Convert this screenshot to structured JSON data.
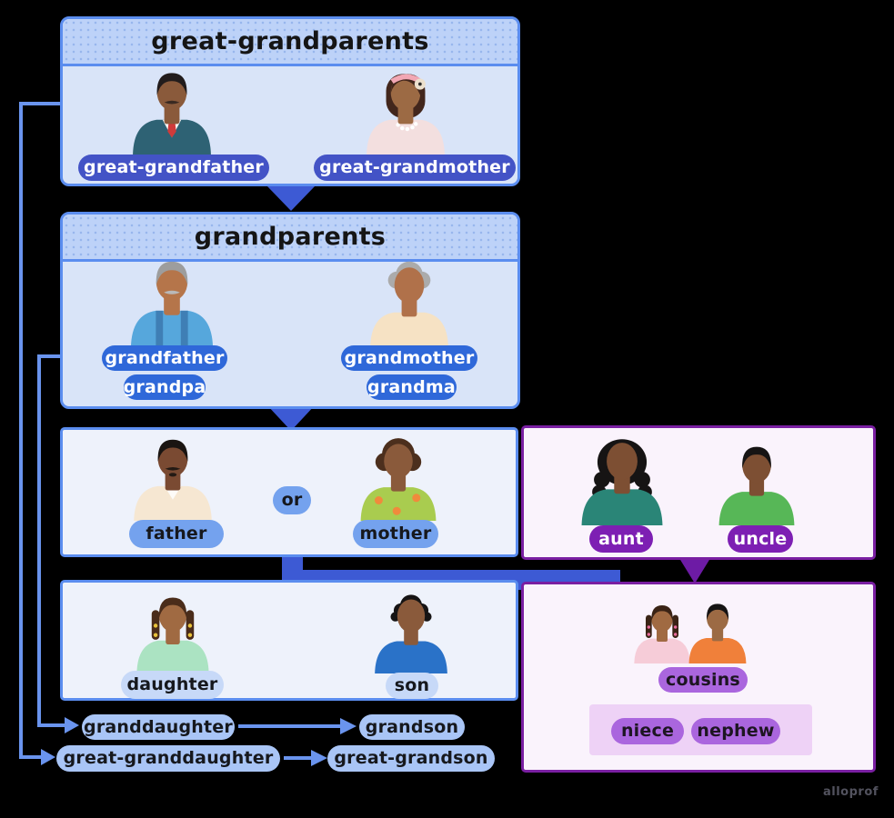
{
  "page": {
    "watermark": "alloprof"
  },
  "colors": {
    "border-blue": "#5b8def",
    "border-purple": "#7a1fa2",
    "header-bg": "#bdd2f8",
    "body-blue": "#d9e4f8",
    "body-light": "#eef2fb",
    "body-lavender": "#faf3fc",
    "band-pink": "#eed2f6",
    "pill-indigo": "#4353c6",
    "pill-royal": "#2f68d9",
    "pill-cornflower": "#74a2ee",
    "pill-pale": "#c7d9f8",
    "pill-lightblue": "#a9c5f6",
    "pill-purple-dark": "#7d1fb3",
    "pill-purple": "#aa66de",
    "arrow-blue": "#3d5ad4",
    "arrow-purple": "#6d1ba5",
    "connector": "#6a94ee"
  },
  "tree": {
    "great_grandparents": {
      "title": "great-grandparents",
      "father": "great-grandfather",
      "mother": "great-grandmother"
    },
    "grandparents": {
      "title": "grandparents",
      "father": "grandfather",
      "father_alt": "grandpa",
      "mother": "grandmother",
      "mother_alt": "grandma"
    },
    "parents": {
      "father": "father",
      "conjunction": "or",
      "mother": "mother"
    },
    "aunt_uncle": {
      "aunt": "aunt",
      "uncle": "uncle"
    },
    "children": {
      "daughter": "daughter",
      "son": "son"
    },
    "cousins": {
      "label": "cousins",
      "niece": "niece",
      "nephew": "nephew"
    },
    "grandchildren": {
      "granddaughter": "granddaughter",
      "grandson": "grandson"
    },
    "great_grandchildren": {
      "granddaughter": "great-granddaughter",
      "grandson": "great-grandson"
    }
  },
  "avatars": {
    "great_grandfather": {
      "style": "short",
      "skin": "#8a5a3b",
      "hair": "#221c1c",
      "shirt": "#2e6274",
      "mustache": "#3a2a22",
      "accent": "suit"
    },
    "great_grandmother": {
      "style": "bob",
      "skin": "#9c6a44",
      "hair": "#42261c",
      "shirt": "#f3dfdf",
      "accent": "pearls",
      "headband": "#f2a7b4"
    },
    "grandfather": {
      "style": "gray",
      "skin": "#b5754a",
      "hair": "#9d9d9d",
      "shirt": "#56a7dc",
      "mustache": "#b9b9b9",
      "accent": "suspenders",
      "accent2": "#3f7fb5"
    },
    "grandmother": {
      "style": "buncurl",
      "skin": "#b0714a",
      "hair": "#ababab",
      "shirt": "#f6e2c4"
    },
    "father": {
      "style": "short",
      "skin": "#7a4a32",
      "hair": "#1a1512",
      "shirt": "#f6e7d2",
      "mustache": "#241a14",
      "beard": true,
      "accent": "collar"
    },
    "mother": {
      "style": "afro",
      "skin": "#8a5a3b",
      "hair": "#4c2f1d",
      "shirt": "#a9cc4f",
      "accent": "dots",
      "accent2": "#f08a3c"
    },
    "aunt": {
      "style": "curly",
      "skin": "#7d4f33",
      "hair": "#161414",
      "shirt": "#2a8577"
    },
    "uncle": {
      "style": "short",
      "skin": "#7d4f33",
      "hair": "#161414",
      "shirt": "#57b757"
    },
    "daughter": {
      "style": "braids",
      "skin": "#a06a42",
      "hair": "#4a2c1a",
      "shirt": "#abe3c2",
      "beads": "#e8c23a"
    },
    "son": {
      "style": "afro2",
      "skin": "#8a5a3b",
      "hair": "#161414",
      "shirt": "#2a72c8"
    },
    "cousin_girl": {
      "style": "braids",
      "skin": "#a06a42",
      "hair": "#3a2315",
      "shirt": "#f6ccd8",
      "beads": "#e86a9a"
    },
    "cousin_boy": {
      "style": "short",
      "skin": "#9c6a44",
      "hair": "#161414",
      "shirt": "#f0803a"
    }
  }
}
